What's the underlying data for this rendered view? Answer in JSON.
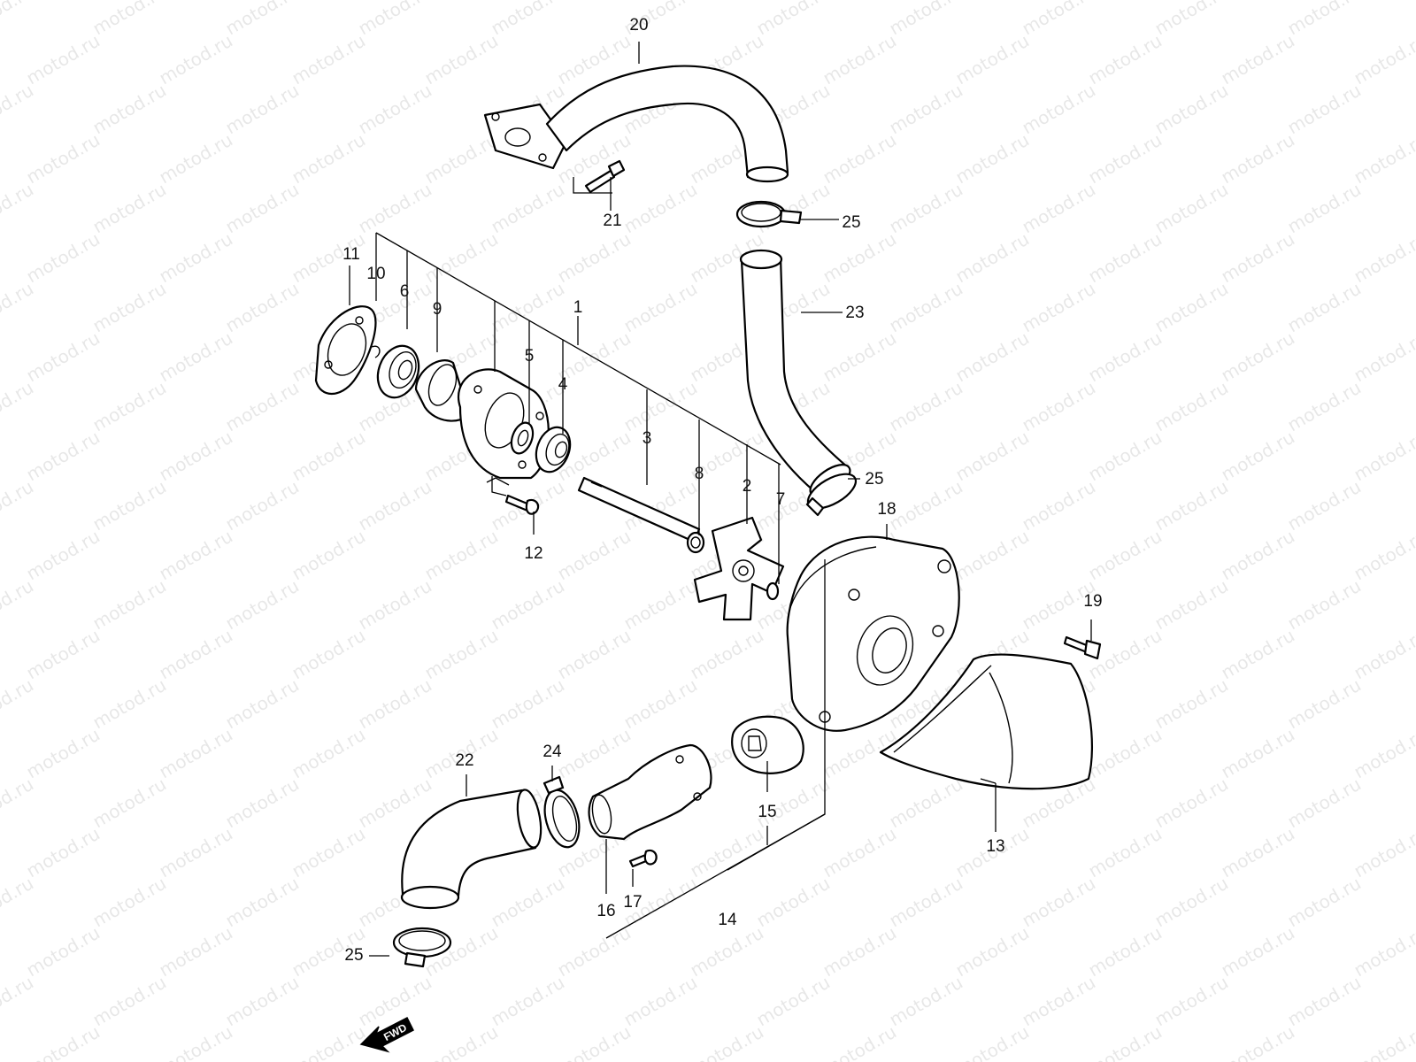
{
  "watermark": "motod.ru",
  "direction_marker": "FWD",
  "callouts": [
    {
      "id": "c1",
      "text": "1"
    },
    {
      "id": "c2",
      "text": "2"
    },
    {
      "id": "c3",
      "text": "3"
    },
    {
      "id": "c4",
      "text": "4"
    },
    {
      "id": "c5",
      "text": "5"
    },
    {
      "id": "c6",
      "text": "6"
    },
    {
      "id": "c7",
      "text": "7"
    },
    {
      "id": "c8",
      "text": "8"
    },
    {
      "id": "c9",
      "text": "9"
    },
    {
      "id": "c10",
      "text": "10"
    },
    {
      "id": "c11",
      "text": "11"
    },
    {
      "id": "c12",
      "text": "12"
    },
    {
      "id": "c13",
      "text": "13"
    },
    {
      "id": "c14",
      "text": "14"
    },
    {
      "id": "c15",
      "text": "15"
    },
    {
      "id": "c16",
      "text": "16"
    },
    {
      "id": "c17",
      "text": "17"
    },
    {
      "id": "c18",
      "text": "18"
    },
    {
      "id": "c19",
      "text": "19"
    },
    {
      "id": "c20",
      "text": "20"
    },
    {
      "id": "c21",
      "text": "21"
    },
    {
      "id": "c22",
      "text": "22"
    },
    {
      "id": "c23",
      "text": "23"
    },
    {
      "id": "c24",
      "text": "24"
    },
    {
      "id": "c25a",
      "text": "25"
    },
    {
      "id": "c25b",
      "text": "25"
    },
    {
      "id": "c25c",
      "text": "25"
    }
  ]
}
